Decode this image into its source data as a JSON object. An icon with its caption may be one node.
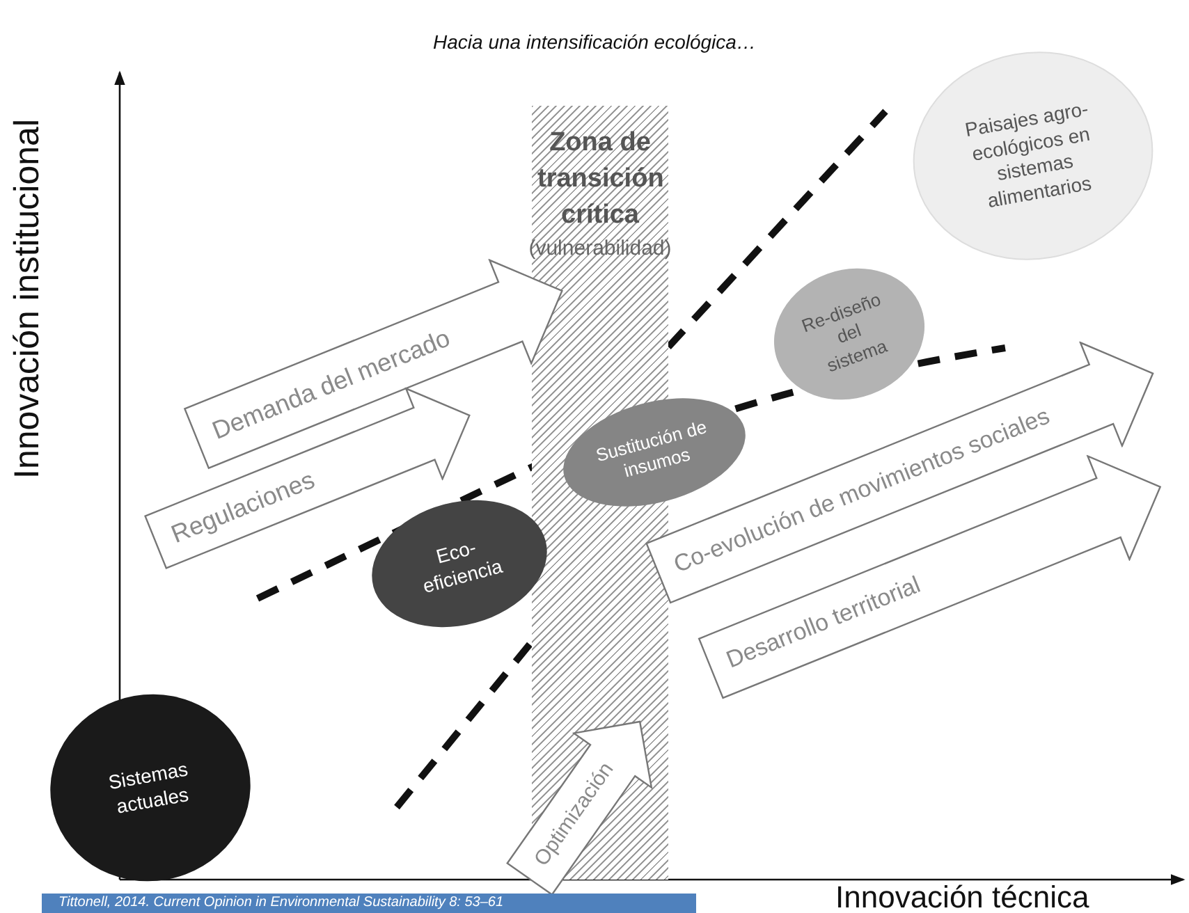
{
  "diagram": {
    "title": "Hacia una intensificación ecológica…",
    "nodes": [
      {
        "text": [
          "Sistemas actuales"
        ]
      },
      {
        "text": [
          "Eco-eficiencia"
        ]
      },
      {
        "text": [
          "Zona de transición crítica",
          "(vulnerabilidad)"
        ]
      },
      {
        "text": [
          "Sustitución de insumos"
        ]
      },
      {
        "text": [
          "Re-diseño del sistema"
        ]
      },
      {
        "text": [
          "Paisajes agro-ecológicos en sistemas alimentarios"
        ]
      },
      {
        "text": [
          "Demanda del mercado"
        ]
      },
      {
        "text": [
          "Regulaciones"
        ]
      },
      {
        "text": [
          "Co-evolución de movimientos sociales"
        ]
      },
      {
        "text": [
          "Desarrollo territorial"
        ]
      },
      {
        "text": [
          "Optimización"
        ]
      }
    ],
    "edges": [],
    "labels": [
      "Innovación institucional",
      "Innovación técnica",
      "Tittonell, 2014. Current Opinion in Environmental Sustainability 8: 53–61"
    ]
  }
}
